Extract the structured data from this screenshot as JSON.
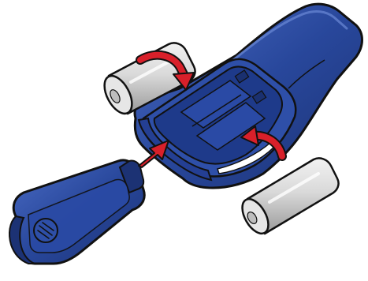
{
  "diagram": {
    "subject": "battery-installation",
    "battery_count": 2,
    "arrow_count": 3,
    "colors": {
      "body_blue": "#28479b",
      "body_blue_dark": "#1c3274",
      "body_blue_light": "#4a6bc4",
      "battery_silver": "#d9d9d9",
      "battery_shadow": "#9a9a9a",
      "arrow_red": "#d8202a",
      "outline": "#111111",
      "background": "#ffffff"
    },
    "icons": {
      "cap_emblem": "ridged-circle-icon"
    }
  }
}
